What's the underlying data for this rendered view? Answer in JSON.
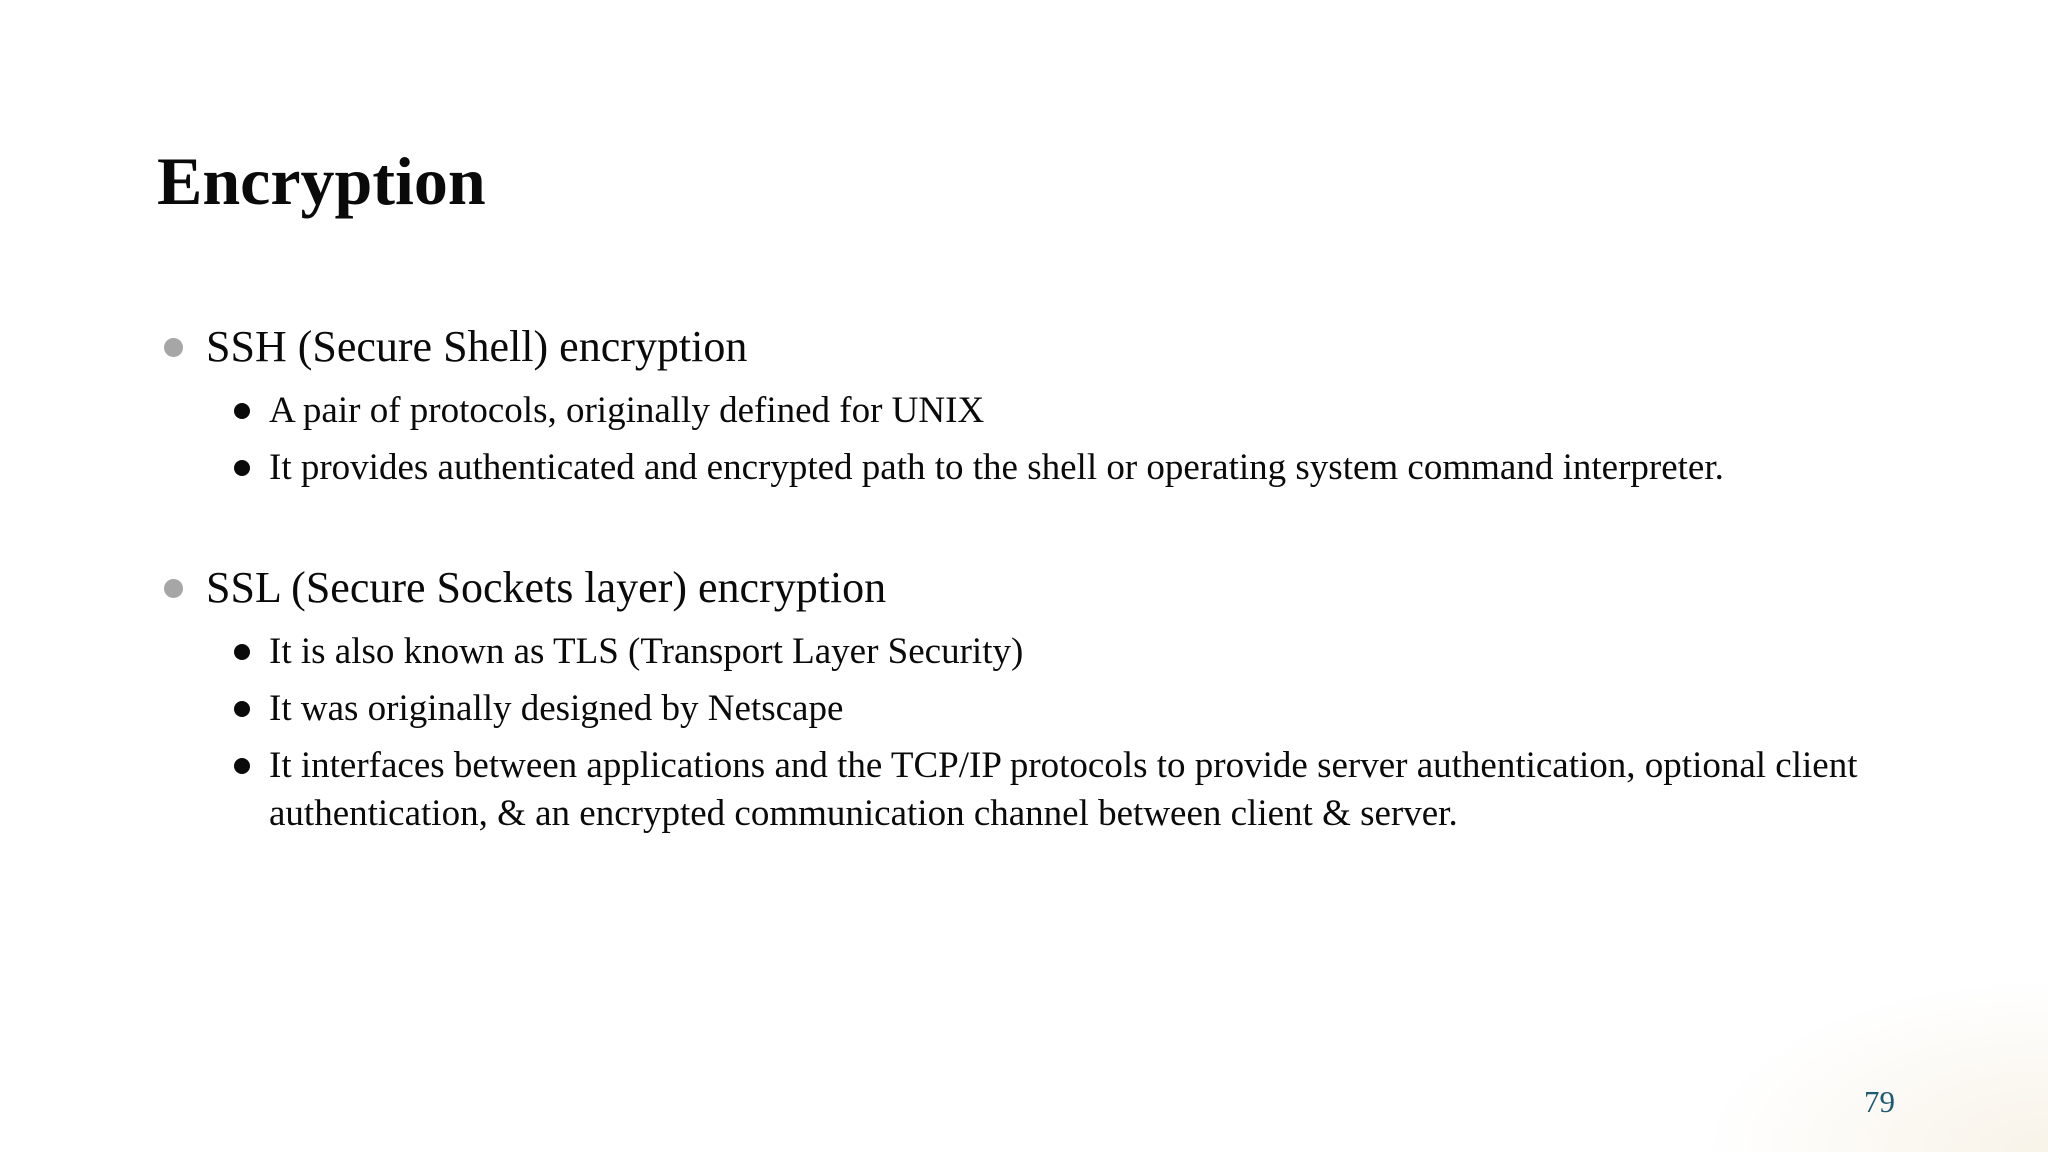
{
  "slide": {
    "title": "Encryption",
    "page_number": "79",
    "bullets": [
      {
        "text": "SSH (Secure Shell) encryption",
        "sub": [
          "A pair of protocols, originally defined for UNIX",
          "It provides authenticated and encrypted path to the shell or operating system command interpreter."
        ]
      },
      {
        "text": "SSL (Secure Sockets layer) encryption",
        "sub": [
          "It is also known as TLS (Transport Layer Security)",
          "It was originally designed by Netscape",
          "It interfaces between applications and the TCP/IP protocols to provide server authentication, optional client authentication, & an encrypted communication channel between client & server."
        ]
      }
    ],
    "colors": {
      "background": "#ffffff",
      "text": "#0a0a0a",
      "level1_bullet": "#a6a6a6",
      "level2_bullet": "#0a0a0a",
      "page_number": "#1d5a74"
    }
  }
}
